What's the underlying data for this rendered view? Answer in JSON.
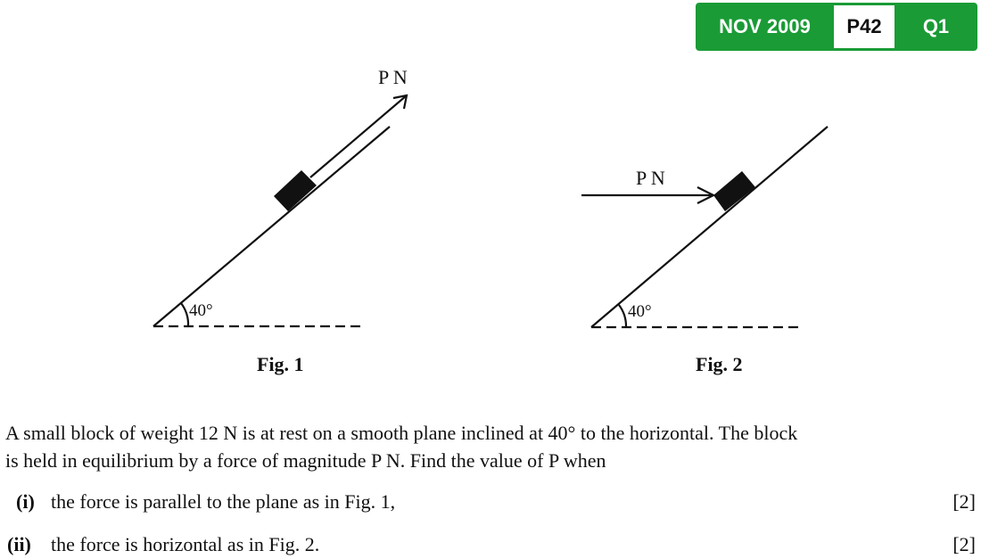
{
  "badge": {
    "session": "NOV 2009",
    "paper": "P42",
    "question": "Q1",
    "color": "#1a9b36"
  },
  "fig1": {
    "force_label": "P N",
    "angle": "40°",
    "caption": "Fig. 1"
  },
  "fig2": {
    "force_label": "P N",
    "angle": "40°",
    "caption": "Fig. 2"
  },
  "question": {
    "line1": "A small block of weight 12 N is at rest on a smooth plane inclined at 40° to the horizontal. The block",
    "line2": "is held in equilibrium by a force of magnitude P N. Find the value of P when",
    "parts": [
      {
        "num": "(i)",
        "text": "the force is parallel to the plane as in Fig. 1,",
        "marks": "[2]"
      },
      {
        "num": "(ii)",
        "text": "the force is horizontal as in Fig. 2.",
        "marks": "[2]"
      }
    ]
  }
}
